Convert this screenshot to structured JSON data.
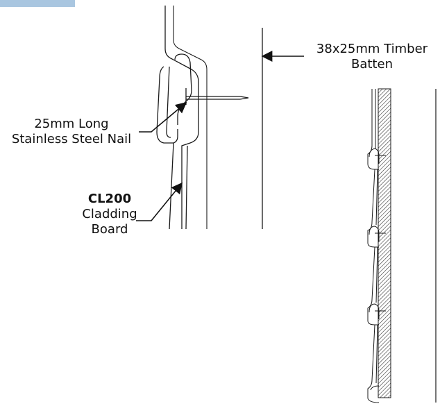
{
  "labels": {
    "batten_line1": "38x25mm Timber",
    "batten_line2": "Batten",
    "nail_line1": "25mm Long",
    "nail_line2": "Stainless Steel Nail",
    "board_name": "CL200",
    "board_line2": "Cladding",
    "board_line3": "Board"
  },
  "colors": {
    "accent_tab": "#a9c6e0",
    "stroke": "#1a1a1a",
    "hatch": "#333333"
  }
}
